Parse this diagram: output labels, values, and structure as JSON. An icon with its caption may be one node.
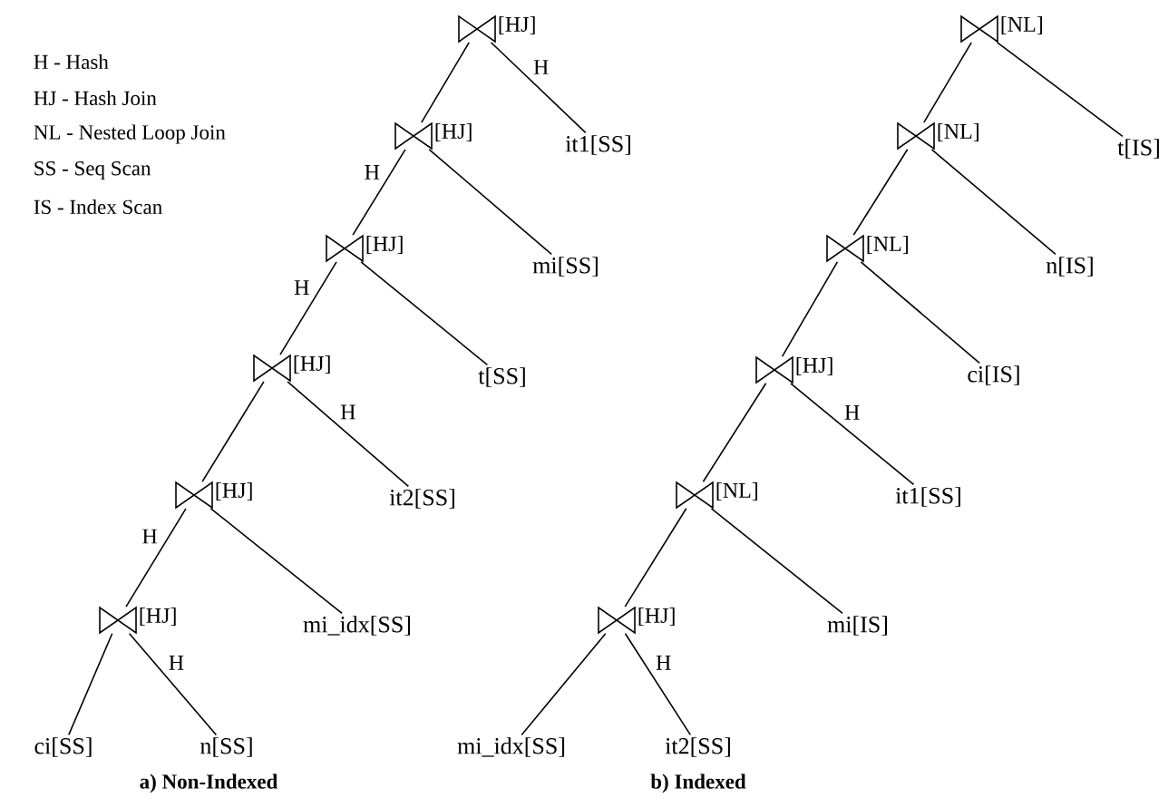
{
  "diagram": {
    "nodes": [
      {
        "text": [],
        "shape": "bowtie",
        "beside": [
          "[HJ]"
        ]
      },
      {
        "text": [
          "it1[SS]"
        ]
      },
      {
        "text": [],
        "shape": "bowtie",
        "beside": [
          "[HJ]"
        ]
      },
      {
        "text": [
          "mi[SS]"
        ]
      },
      {
        "text": [],
        "shape": "bowtie",
        "beside": [
          "[HJ]"
        ]
      },
      {
        "text": [
          "t[SS]"
        ]
      },
      {
        "text": [],
        "shape": "bowtie",
        "beside": [
          "[HJ]"
        ]
      },
      {
        "text": [
          "it2[SS]"
        ]
      },
      {
        "text": [],
        "shape": "bowtie",
        "beside": [
          "[HJ]"
        ]
      },
      {
        "text": [
          "mi_idx[SS]"
        ]
      },
      {
        "text": [],
        "shape": "bowtie",
        "beside": [
          "[HJ]"
        ]
      },
      {
        "text": [
          "ci[SS]"
        ]
      },
      {
        "text": [
          "n[SS]"
        ]
      },
      {
        "text": [],
        "shape": "bowtie",
        "beside": [
          "[NL]"
        ]
      },
      {
        "text": [
          "t[IS]"
        ]
      },
      {
        "text": [],
        "shape": "bowtie",
        "beside": [
          "[NL]"
        ]
      },
      {
        "text": [
          "n[IS]"
        ]
      },
      {
        "text": [],
        "shape": "bowtie",
        "beside": [
          "[NL]"
        ]
      },
      {
        "text": [
          "ci[IS]"
        ]
      },
      {
        "text": [],
        "shape": "bowtie",
        "beside": [
          "[HJ]"
        ]
      },
      {
        "text": [
          "it1[SS]"
        ]
      },
      {
        "text": [],
        "shape": "bowtie",
        "beside": [
          "[NL]"
        ]
      },
      {
        "text": [
          "mi[IS]"
        ]
      },
      {
        "text": [],
        "shape": "bowtie",
        "beside": [
          "[HJ]"
        ]
      },
      {
        "text": [
          "mi_idx[SS]"
        ]
      },
      {
        "text": [
          "it2[SS]"
        ]
      }
    ],
    "edges": [
      {
        "from": 0,
        "to": 2,
        "arrow": "none"
      },
      {
        "from": 0,
        "to": 1,
        "arrow": "none",
        "label": "H"
      },
      {
        "from": 2,
        "to": 4,
        "arrow": "none",
        "label": "H"
      },
      {
        "from": 2,
        "to": 3,
        "arrow": "none"
      },
      {
        "from": 4,
        "to": 6,
        "arrow": "none",
        "label": "H"
      },
      {
        "from": 4,
        "to": 5,
        "arrow": "none"
      },
      {
        "from": 6,
        "to": 8,
        "arrow": "none"
      },
      {
        "from": 6,
        "to": 7,
        "arrow": "none",
        "label": "H"
      },
      {
        "from": 8,
        "to": 10,
        "arrow": "none",
        "label": "H"
      },
      {
        "from": 8,
        "to": 9,
        "arrow": "none"
      },
      {
        "from": 10,
        "to": 11,
        "arrow": "none"
      },
      {
        "from": 10,
        "to": 12,
        "arrow": "none",
        "label": "H"
      },
      {
        "from": 13,
        "to": 15,
        "arrow": "none"
      },
      {
        "from": 13,
        "to": 14,
        "arrow": "none"
      },
      {
        "from": 15,
        "to": 17,
        "arrow": "none"
      },
      {
        "from": 15,
        "to": 16,
        "arrow": "none"
      },
      {
        "from": 17,
        "to": 19,
        "arrow": "none"
      },
      {
        "from": 17,
        "to": 18,
        "arrow": "none"
      },
      {
        "from": 19,
        "to": 21,
        "arrow": "none"
      },
      {
        "from": 19,
        "to": 20,
        "arrow": "none",
        "label": "H"
      },
      {
        "from": 21,
        "to": 23,
        "arrow": "none"
      },
      {
        "from": 21,
        "to": 22,
        "arrow": "none"
      },
      {
        "from": 23,
        "to": 24,
        "arrow": "none"
      },
      {
        "from": 23,
        "to": 25,
        "arrow": "none",
        "label": "H"
      }
    ],
    "labels": [
      "H  - Hash",
      "HJ - Hash Join",
      "NL - Nested Loop Join",
      "SS - Seq Scan",
      "IS - Index Scan",
      "a) Non-Indexed",
      "b) Indexed"
    ]
  }
}
